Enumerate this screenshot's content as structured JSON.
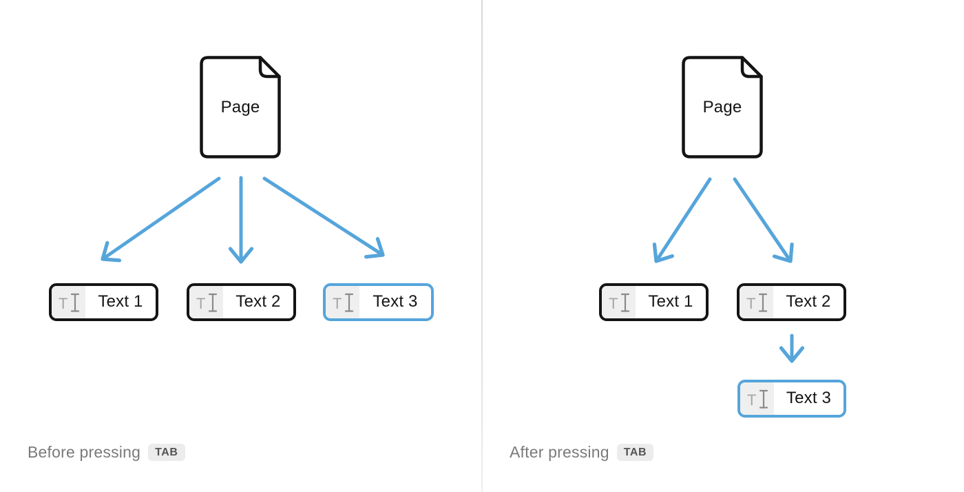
{
  "colors": {
    "accent_blue": "#55A5DB",
    "ink_black": "#141414",
    "divider_gray": "#dedede",
    "caption_gray": "#7a7a7a",
    "icon_gray": "#a6a6a6",
    "icon_cursor_gray": "#8a8a8a",
    "icon_bg": "#efefef",
    "badge_bg": "#ececec",
    "badge_text": "#545454"
  },
  "icons": {
    "page_icon": "document-with-folded-corner",
    "text_block_icon": "text-cursor-T",
    "text_glyph": "T",
    "arrow_icon": "blue-arrow"
  },
  "panels": [
    {
      "page_label": "Page",
      "blocks": [
        {
          "label": "Text 1",
          "selected": false
        },
        {
          "label": "Text 2",
          "selected": false
        },
        {
          "label": "Text 3",
          "selected": true
        }
      ],
      "caption": "Before pressing",
      "key_label": "TAB"
    },
    {
      "page_label": "Page",
      "blocks": [
        {
          "label": "Text 1",
          "selected": false
        },
        {
          "label": "Text 2",
          "selected": false
        },
        {
          "label": "Text 3",
          "selected": true
        }
      ],
      "caption": "After pressing",
      "key_label": "TAB"
    }
  ]
}
